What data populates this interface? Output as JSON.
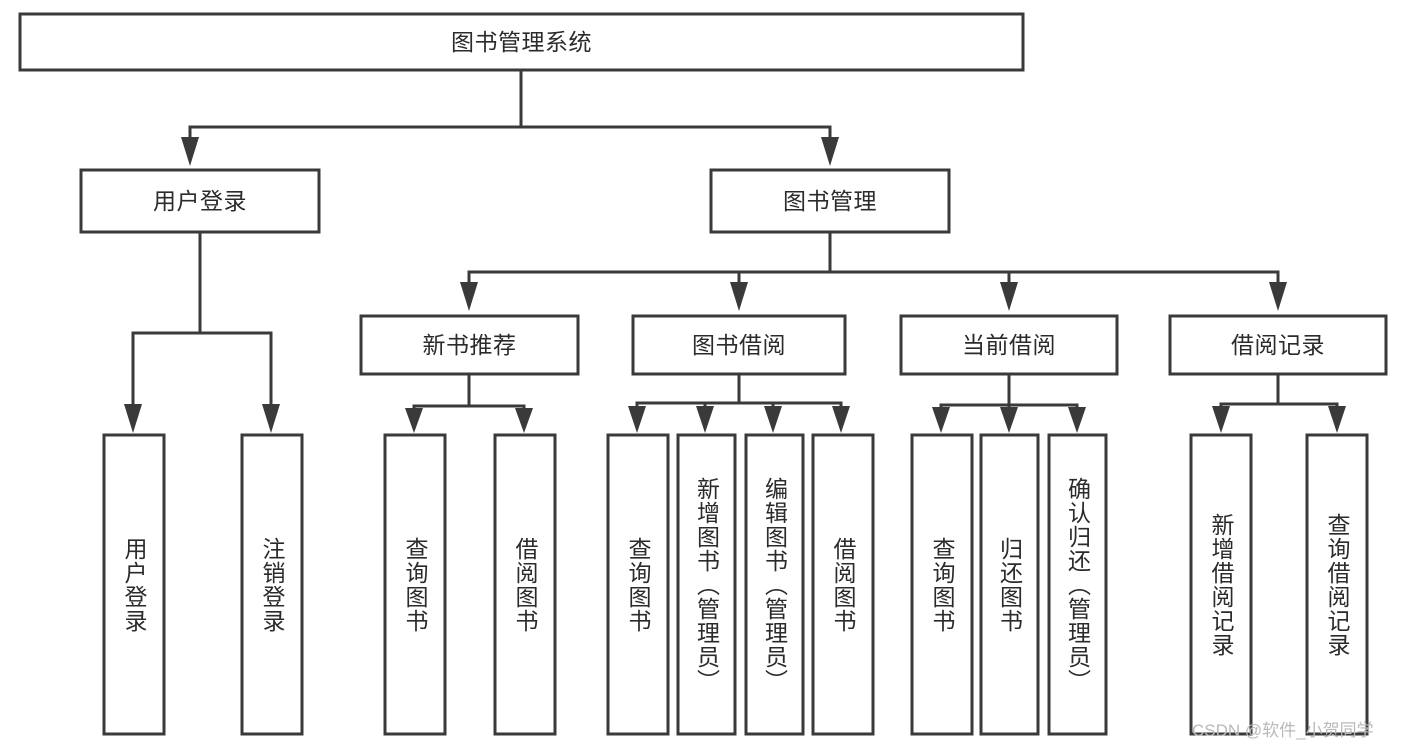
{
  "diagram": {
    "type": "tree-hierarchy-chart",
    "title": "图书管理系统",
    "orientation": "top-down",
    "colors": {
      "box_stroke": "#3a3a3a",
      "box_fill": "#ffffff",
      "connector": "#3a3a3a",
      "text": "#2b2b2b",
      "watermark": "#b9b9b9",
      "background": "#ffffff"
    },
    "levels": {
      "root": {
        "label": "图书管理系统",
        "orientation": "horizontal"
      },
      "level1": [
        {
          "id": "user-login",
          "label": "用户登录",
          "orientation": "horizontal"
        },
        {
          "id": "book-management",
          "label": "图书管理",
          "orientation": "horizontal"
        }
      ],
      "level2": [
        {
          "id": "new-book-recommend",
          "label": "新书推荐",
          "parent": "book-management",
          "orientation": "horizontal"
        },
        {
          "id": "book-borrow",
          "label": "图书借阅",
          "parent": "book-management",
          "orientation": "horizontal"
        },
        {
          "id": "current-borrow",
          "label": "当前借阅",
          "parent": "book-management",
          "orientation": "horizontal"
        },
        {
          "id": "borrow-record",
          "label": "借阅记录",
          "parent": "book-management",
          "orientation": "horizontal"
        }
      ],
      "leaves": [
        {
          "id": "leaf-user-login",
          "label": "用户登录",
          "parent": "user-login",
          "orientation": "vertical"
        },
        {
          "id": "leaf-logout-login",
          "label": "注销登录",
          "parent": "user-login",
          "orientation": "vertical"
        },
        {
          "id": "leaf-query-book-1",
          "label": "查询图书",
          "parent": "new-book-recommend",
          "orientation": "vertical"
        },
        {
          "id": "leaf-borrow-book-1",
          "label": "借阅图书",
          "parent": "new-book-recommend",
          "orientation": "vertical"
        },
        {
          "id": "leaf-query-book-2",
          "label": "查询图书",
          "parent": "book-borrow",
          "orientation": "vertical"
        },
        {
          "id": "leaf-add-book",
          "label": "新增图书（管理员）",
          "parent": "book-borrow",
          "orientation": "vertical"
        },
        {
          "id": "leaf-edit-book",
          "label": "编辑图书（管理员）",
          "parent": "book-borrow",
          "orientation": "vertical"
        },
        {
          "id": "leaf-borrow-book-2",
          "label": "借阅图书",
          "parent": "book-borrow",
          "orientation": "vertical"
        },
        {
          "id": "leaf-query-book-3",
          "label": "查询图书",
          "parent": "current-borrow",
          "orientation": "vertical"
        },
        {
          "id": "leaf-return-book",
          "label": "归还图书",
          "parent": "current-borrow",
          "orientation": "vertical"
        },
        {
          "id": "leaf-confirm-return",
          "label": "确认归还（管理员）",
          "parent": "current-borrow",
          "orientation": "vertical"
        },
        {
          "id": "leaf-add-record",
          "label": "新增借阅记录",
          "parent": "borrow-record",
          "orientation": "vertical"
        },
        {
          "id": "leaf-query-record",
          "label": "查询借阅记录",
          "parent": "borrow-record",
          "orientation": "vertical"
        }
      ]
    },
    "watermark": "CSDN @软件_小贺同学"
  }
}
